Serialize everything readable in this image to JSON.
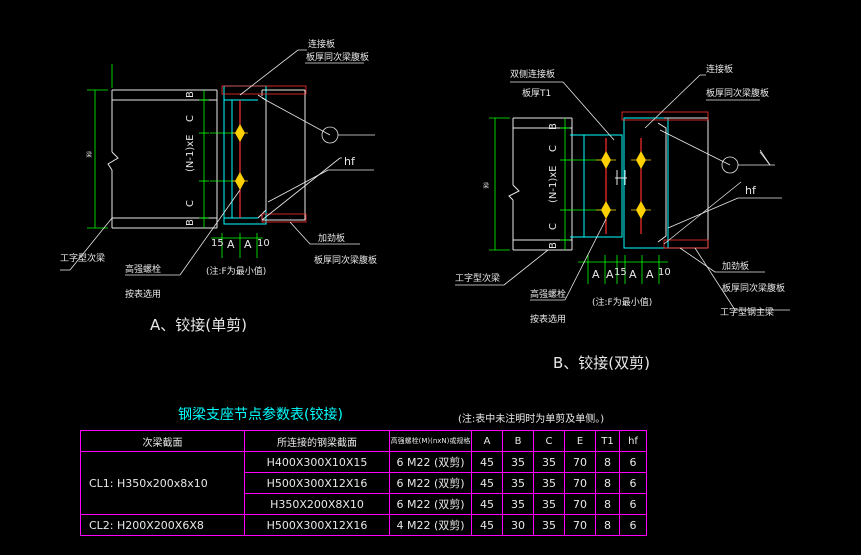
{
  "detail_a": {
    "top_label_1": "连接板",
    "top_label_2": "板厚同次梁腹板",
    "dim_b_top": "B",
    "dim_c_top": "C",
    "dim_mid": "(N-1)xE",
    "dim_c_bot": "C",
    "dim_b_bot": "B",
    "hf": "hf",
    "stiffener_1": "加劲板",
    "stiffener_2": "板厚同次梁腹板",
    "beam_label": "工字型次梁",
    "bolt_label_1": "高强螺栓",
    "bolt_label_2": "按表选用",
    "dim_15": "15",
    "dim_a1": "A",
    "dim_a2": "A",
    "dim_10": "10",
    "note": "(注:F为最小值)",
    "caption": "A、铰接(单剪)",
    "side_mark": "梁"
  },
  "detail_b": {
    "top_left_1": "双侧连接板",
    "top_left_2": "板厚T1",
    "top_right_1": "连接板",
    "top_right_2": "板厚同次梁腹板",
    "dim_b_top": "B",
    "dim_c_top": "C",
    "dim_mid": "(N-1)xE",
    "dim_c_bot": "C",
    "dim_b_bot": "B",
    "hf": "hf",
    "stiffener_1": "加劲板",
    "stiffener_2": "板厚同次梁腹板",
    "main_beam": "工字型钢主梁",
    "beam_label": "工字型次梁",
    "bolt_label_1": "高强螺栓",
    "bolt_label_2": "按表选用",
    "dim_a1": "A",
    "dim_a2": "A",
    "dim_15": "15",
    "dim_a3": "A",
    "dim_a4": "A",
    "dim_10": "10",
    "note": "(注:F为最小值)",
    "caption": "B、铰接(双剪)",
    "side_mark": "梁"
  },
  "table": {
    "title": "钢梁支座节点参数表(铰接)",
    "note": "(注:表中未注明时为单剪及单侧。)",
    "headers": [
      "次梁截面",
      "所连接的钢梁截面",
      "高强螺栓(M)(nxN)或规格",
      "A",
      "B",
      "C",
      "E",
      "T1",
      "hf"
    ],
    "groups": [
      {
        "section": "CL1:    H350x200x8x10",
        "rows": [
          [
            "H400X300X10X15",
            "6 M22 (双剪)",
            "45",
            "35",
            "35",
            "70",
            "8",
            "6"
          ],
          [
            "H500X300X12X16",
            "6 M22 (双剪)",
            "45",
            "35",
            "35",
            "70",
            "8",
            "6"
          ],
          [
            "H350X200X8X10",
            "6 M22 (双剪)",
            "45",
            "35",
            "35",
            "70",
            "8",
            "6"
          ]
        ]
      },
      {
        "section": "CL2:    H200X200X6X8",
        "rows": [
          [
            "H500X300X12X16",
            "4 M22 (双剪)",
            "45",
            "30",
            "35",
            "70",
            "8",
            "6"
          ]
        ]
      }
    ]
  }
}
